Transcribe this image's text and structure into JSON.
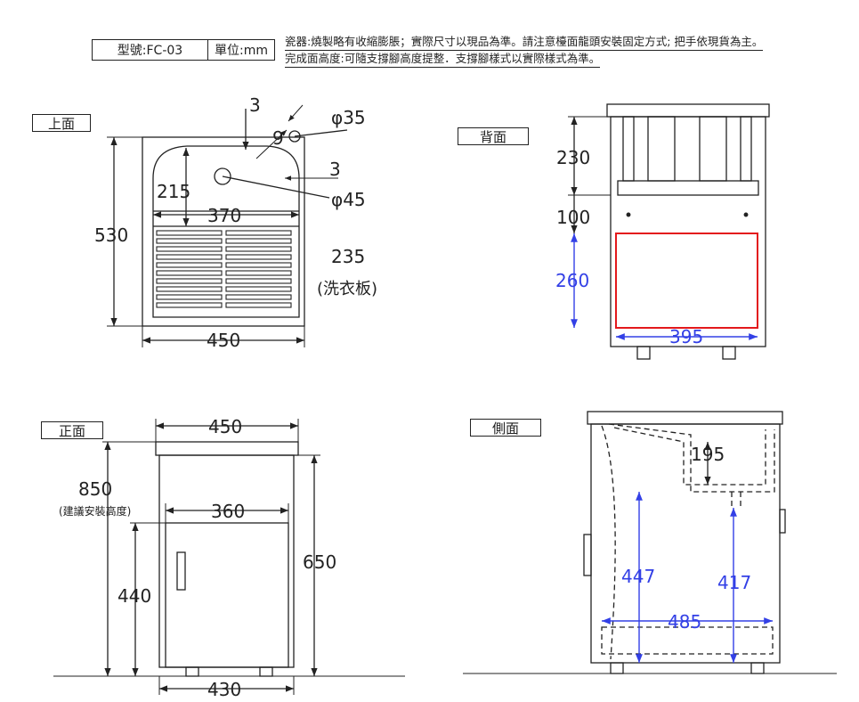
{
  "header": {
    "model": "型號:FC-03",
    "unit": "單位:mm",
    "note_line1": "瓷器:燒製略有收縮膨脹；實際尺寸以現品為準。請注意檯面龍頭安裝固定方式; 把手依現貨為主。",
    "note_line2": "完成面高度:可隨支撐腳高度提整．支撐腳樣式以實際樣式為準。"
  },
  "views": {
    "top": {
      "label": "上面",
      "dims": {
        "d530": "530",
        "d450": "450",
        "d370": "370",
        "d215": "215",
        "d235": "235",
        "washboard": "(洗衣板)",
        "d3a": "3",
        "d9": "9",
        "d35": "φ35",
        "d3b": "3",
        "d45": "φ45"
      }
    },
    "back": {
      "label": "背面",
      "dims": {
        "d230": "230",
        "d100": "100",
        "d260": "260",
        "d395": "395"
      }
    },
    "front": {
      "label": "正面",
      "dims": {
        "d450": "450",
        "d850": "850",
        "note850": "(建議安裝高度)",
        "d360": "360",
        "d440": "440",
        "d650": "650",
        "d430": "430"
      }
    },
    "side": {
      "label": "側面",
      "dims": {
        "d195": "195",
        "d447": "447",
        "d417": "417",
        "d485": "485"
      }
    }
  },
  "colors": {
    "line": "#222222",
    "highlight": "#e3191c",
    "dimension_blue": "#3340e6"
  }
}
